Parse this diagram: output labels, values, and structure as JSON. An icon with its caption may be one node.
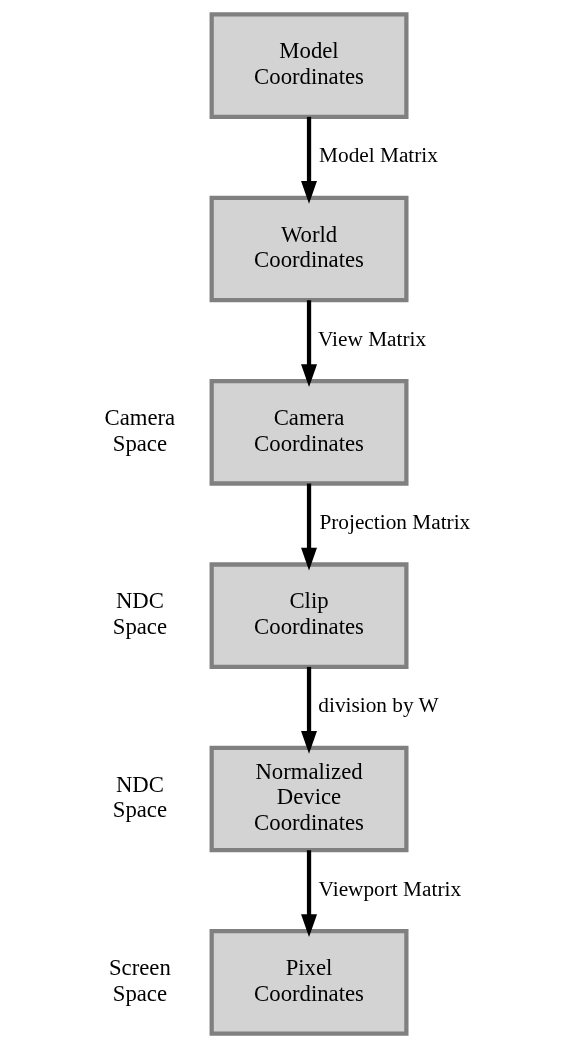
{
  "diagram": {
    "nodes": [
      {
        "text": [
          "Model Coordinates"
        ]
      },
      {
        "text": [
          "World Coordinates"
        ]
      },
      {
        "text": [
          "Camera Coordinates"
        ],
        "beside": [
          "Camera Space"
        ]
      },
      {
        "text": [
          "Clip Coordinates"
        ],
        "beside": [
          "NDC Space"
        ]
      },
      {
        "text": [
          "Normalized Device Coordinates"
        ],
        "beside": [
          "NDC Space"
        ]
      },
      {
        "text": [
          "Pixel Coordinates"
        ],
        "beside": [
          "Screen Space"
        ]
      }
    ],
    "edges": [
      {
        "from": 0,
        "to": 1,
        "arrow": "to",
        "label": "Model Matrix"
      },
      {
        "from": 1,
        "to": 2,
        "arrow": "to",
        "label": "View Matrix"
      },
      {
        "from": 2,
        "to": 3,
        "arrow": "to",
        "label": "Projection Matrix"
      },
      {
        "from": 3,
        "to": 4,
        "arrow": "to",
        "label": "division by W"
      },
      {
        "from": 4,
        "to": 5,
        "arrow": "to",
        "label": "Viewport Matrix"
      }
    ]
  }
}
